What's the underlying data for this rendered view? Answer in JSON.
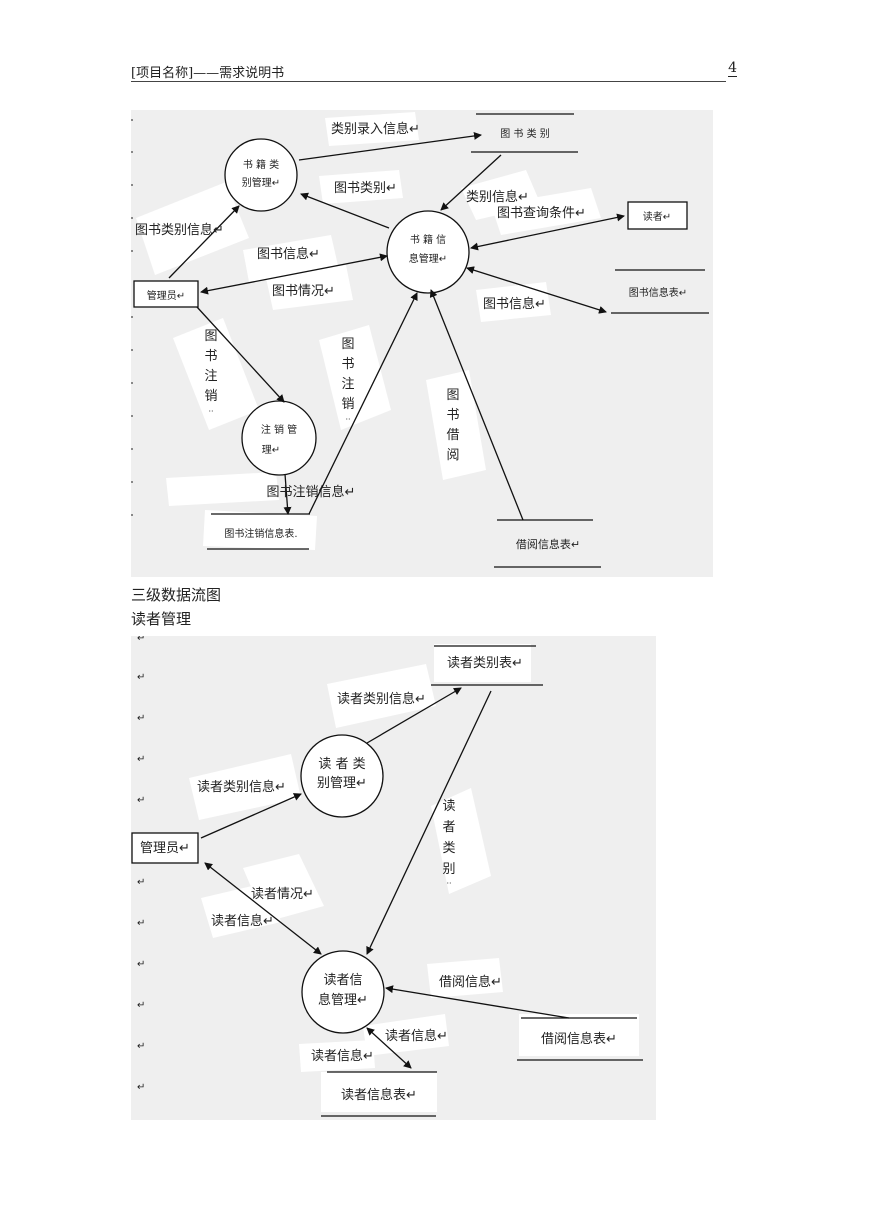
{
  "header": {
    "title": "[项目名称]——需求说明书",
    "page_number": "4"
  },
  "diagram1": {
    "processes": {
      "category_mgmt": [
        "书 籍 类",
        "别管理↵"
      ],
      "info_mgmt": [
        "书 籍 信",
        "息管理↵"
      ],
      "cancel_mgmt": [
        "注 销 管",
        "理↵"
      ]
    },
    "entities": {
      "admin": "管理员↵",
      "reader": "读者↵"
    },
    "stores": {
      "category": "图 书 类 别",
      "book_info": "图书信息表↵",
      "cancel_info": "图书注销信息表.",
      "borrow_info": "借阅信息表↵"
    },
    "flows": {
      "category_entry": "类别录入信息↵",
      "book_category": "图书类别↵",
      "category_info": "类别信息↵",
      "query_conditions": "图书查询条件↵",
      "book_category_info": "图书类别信息↵",
      "book_info_in": "图书信息↵",
      "book_status": "图书情况↵",
      "book_info_out": "图书信息↵",
      "cancel_left": [
        "图",
        "书",
        "注",
        "销",
        "··"
      ],
      "cancel_mid": [
        "图",
        "书",
        "注",
        "销",
        "··"
      ],
      "borrow_flow": [
        "图",
        "书",
        "借",
        "阅"
      ],
      "cancel_info_flow": "图书注销信息↵"
    }
  },
  "captions": {
    "level3": "三级数据流图",
    "section": "读者管理"
  },
  "diagram2": {
    "processes": {
      "reader_category_mgmt": [
        "读 者 类",
        "别管理↵"
      ],
      "reader_info_mgmt": [
        "读者信",
        "息管理↵"
      ]
    },
    "entities": {
      "admin": "管理员↵"
    },
    "stores": {
      "reader_category": "读者类别表↵",
      "borrow_info": "借阅信息表↵",
      "reader_info": "读者信息表↵"
    },
    "flows": {
      "reader_category_info_top": "读者类别信息↵",
      "reader_category_info_left": "读者类别信息↵",
      "reader_category_vertical": [
        "读",
        "者",
        "类",
        "别",
        "··"
      ],
      "reader_status": "读者情况↵",
      "reader_info_left": "读者信息↵",
      "borrow_info": "借阅信息↵",
      "reader_info_right": "读者信息↵",
      "reader_info_bottom": "读者信息↵"
    },
    "margin_marks": [
      "↵",
      "↵",
      "↵",
      "↵",
      "↵",
      "↵",
      "↵",
      "↵",
      "↵",
      "↵",
      "↵"
    ]
  }
}
